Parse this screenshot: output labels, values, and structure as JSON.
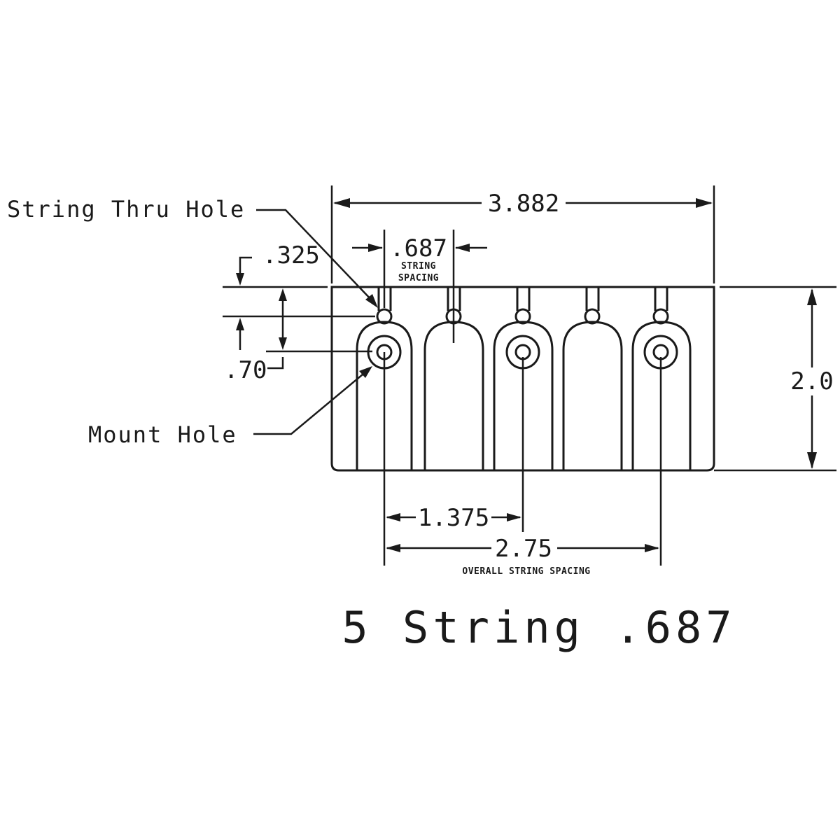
{
  "labels": {
    "string_thru_hole": "String Thru Hole",
    "mount_hole": "Mount Hole"
  },
  "dimensions": {
    "overall_width": "3.882",
    "string_spacing": ".687",
    "string_spacing_caption_1": "STRING",
    "string_spacing_caption_2": "SPACING",
    "thru_hole_offset": ".325",
    "mount_hole_offset": ".70",
    "height": "2.0",
    "mount_spacing": "1.375",
    "overall_string_spacing": "2.75",
    "overall_string_spacing_caption": "OVERALL STRING SPACING"
  },
  "title": "5 String .687",
  "colors": {
    "line": "#1a1a1a",
    "background": "#ffffff"
  }
}
